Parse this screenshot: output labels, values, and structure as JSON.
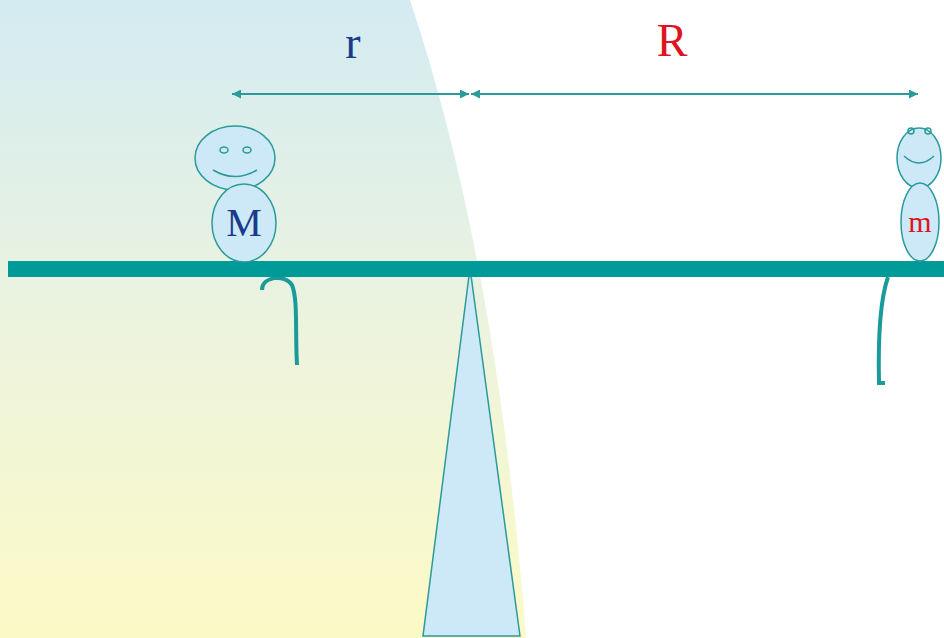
{
  "diagram": {
    "nodes": [
      {
        "text": [
          "M"
        ]
      },
      {
        "text": [
          "m"
        ]
      }
    ],
    "labels": [
      "r",
      "R"
    ]
  }
}
